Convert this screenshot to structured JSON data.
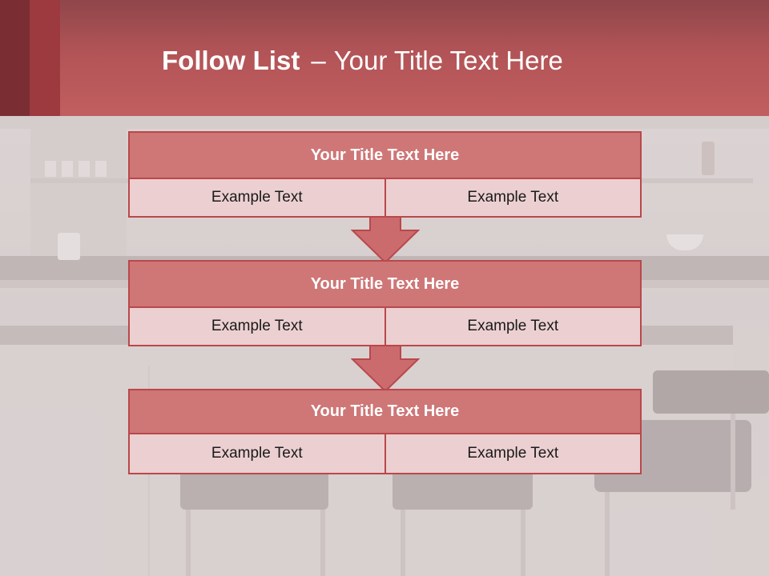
{
  "slide": {
    "title_bold": "Follow List",
    "title_separator": "–",
    "title_rest": "Your Title Text Here"
  },
  "flow": {
    "steps": [
      {
        "title": "Your Title Text Here",
        "left": "Example Text",
        "right": "Example Text"
      },
      {
        "title": "Your Title Text Here",
        "left": "Example Text",
        "right": "Example Text"
      },
      {
        "title": "Your Title Text Here",
        "left": "Example Text",
        "right": "Example Text"
      }
    ]
  },
  "icons": {
    "connector": "down-arrow-icon"
  },
  "colors": {
    "header_top": "#8f464a",
    "header_bottom": "#c15e5f",
    "box_border": "#b9484b",
    "box_title_fill": "#cf7676",
    "box_cell_fill": "#ecd0d1",
    "arrow_fill": "#cc6b6d",
    "title_text": "#ffffff"
  }
}
